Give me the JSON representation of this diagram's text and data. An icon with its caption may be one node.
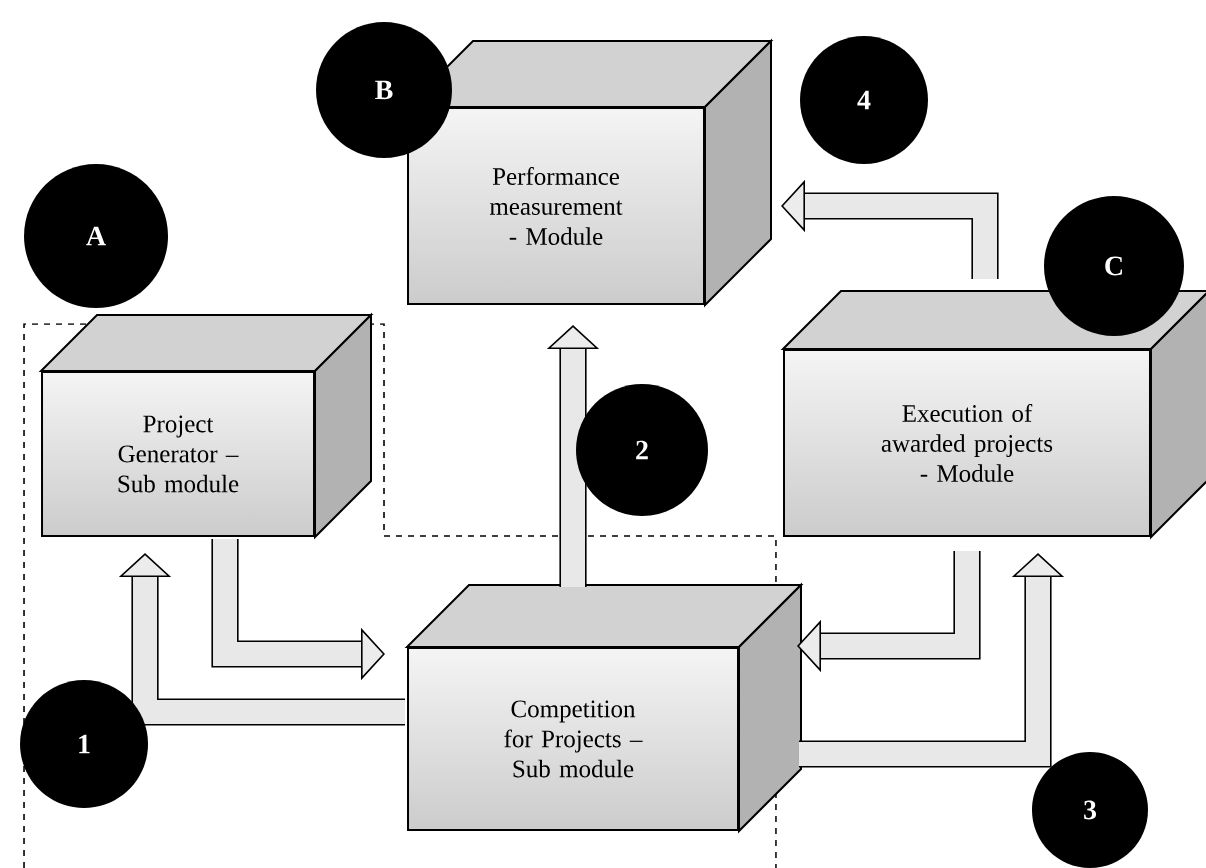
{
  "diagram": {
    "nodes": [
      {
        "text": [
          "B"
        ]
      },
      {
        "text": [
          "Performance measurement - Module"
        ]
      },
      {
        "text": [
          "4"
        ]
      },
      {
        "text": [
          "A"
        ]
      },
      {
        "text": [
          "C"
        ]
      },
      {
        "text": [
          "Project Generator – Sub module"
        ]
      },
      {
        "text": [
          "2"
        ]
      },
      {
        "text": [
          "Execution of awarded projects - Module"
        ]
      },
      {
        "text": [
          "Competition for Projects – Sub module"
        ]
      },
      {
        "text": [
          "1"
        ]
      },
      {
        "text": [
          "3"
        ]
      }
    ],
    "edges": [
      {
        "from": 5,
        "to": 8,
        "arrow": "to"
      },
      {
        "from": 8,
        "to": 5,
        "arrow": "to"
      },
      {
        "from": 8,
        "to": 1,
        "arrow": "to"
      },
      {
        "from": 7,
        "to": 8,
        "arrow": "to"
      },
      {
        "from": 8,
        "to": 7,
        "arrow": "to"
      },
      {
        "from": 7,
        "to": 1,
        "arrow": "to"
      }
    ]
  }
}
